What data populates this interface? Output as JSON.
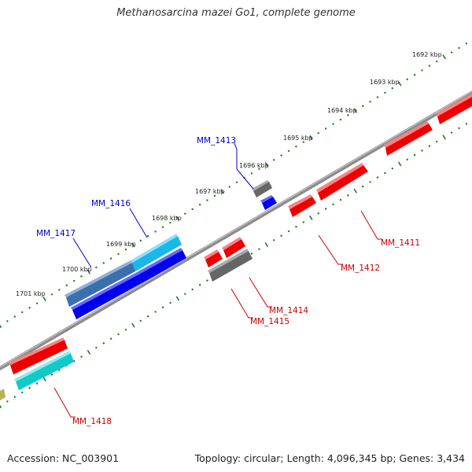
{
  "title": "Methanosarcina mazei Go1, complete genome",
  "footer": {
    "accession": "Accession: NC_003901",
    "stats": "Topology: circular; Length: 4,096,345 bp; Genes: 3,434"
  },
  "colors": {
    "backbone": "#8c8c8c",
    "ruler_dots": "#1e7d1e",
    "ruler_ticks": "#1e7d1e",
    "red_gene": "#ee0000",
    "blue_gene": "#0000ee",
    "gray_gene": "#666666",
    "cyan_gene": "#11c9c9",
    "label_blue": "#0000cc",
    "label_red": "#cc0000"
  },
  "scale_labels": [
    "1692 kbp",
    "1693 kbp",
    "1694 kbp",
    "1695 kbp",
    "1696 kbp",
    "1697 kbp",
    "1698 kbp",
    "1699 kbp",
    "1700 kbp",
    "1701 kbp"
  ],
  "gene_labels": [
    {
      "text": "MM_1413",
      "color": "blue"
    },
    {
      "text": "MM_1416",
      "color": "blue"
    },
    {
      "text": "MM_1417",
      "color": "blue"
    },
    {
      "text": "MM_1411",
      "color": "red"
    },
    {
      "text": "MM_1412",
      "color": "red"
    },
    {
      "text": "MM_1414",
      "color": "red"
    },
    {
      "text": "MM_1415",
      "color": "red"
    },
    {
      "text": "MM_1418",
      "color": "red"
    }
  ]
}
